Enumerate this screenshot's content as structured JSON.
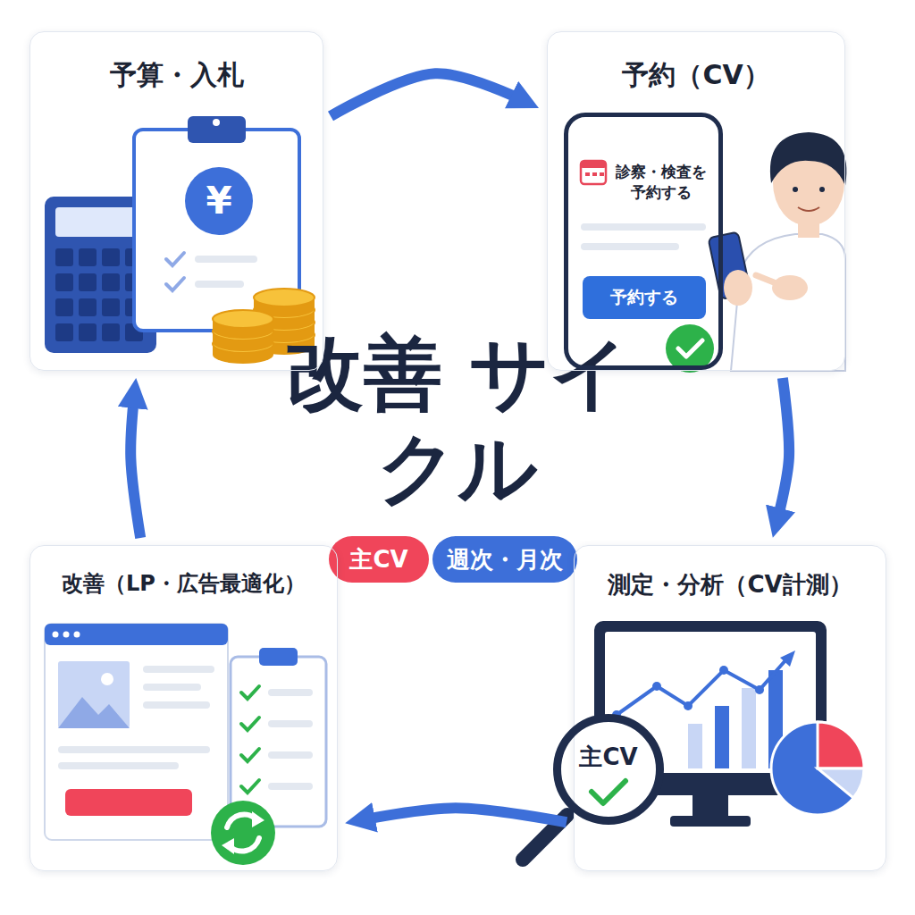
{
  "diagram": {
    "title": "改善 サイクル",
    "nodes": [
      {
        "text": [
          "予算・入札"
        ]
      },
      {
        "text": [
          "予約（CV）"
        ]
      },
      {
        "text": [
          "診察・検査を予約する"
        ],
        "in": 1
      },
      {
        "text": [
          "予約する"
        ],
        "in": 2
      },
      {
        "text": [
          "主CV"
        ]
      },
      {
        "text": [
          "週次・月次"
        ]
      },
      {
        "text": [
          "改善（LP・広告最適化）"
        ]
      },
      {
        "text": [
          "測定・分析（CV計測）"
        ]
      },
      {
        "text": [
          "主CV"
        ],
        "in": 7
      }
    ],
    "edges": [
      {
        "from": 0,
        "to": 1,
        "arrow": "to"
      },
      {
        "from": 1,
        "to": 7,
        "arrow": "to"
      },
      {
        "from": 7,
        "to": 6,
        "arrow": "to"
      },
      {
        "from": 6,
        "to": 0,
        "arrow": "to"
      }
    ],
    "labels": [
      "¥"
    ]
  }
}
